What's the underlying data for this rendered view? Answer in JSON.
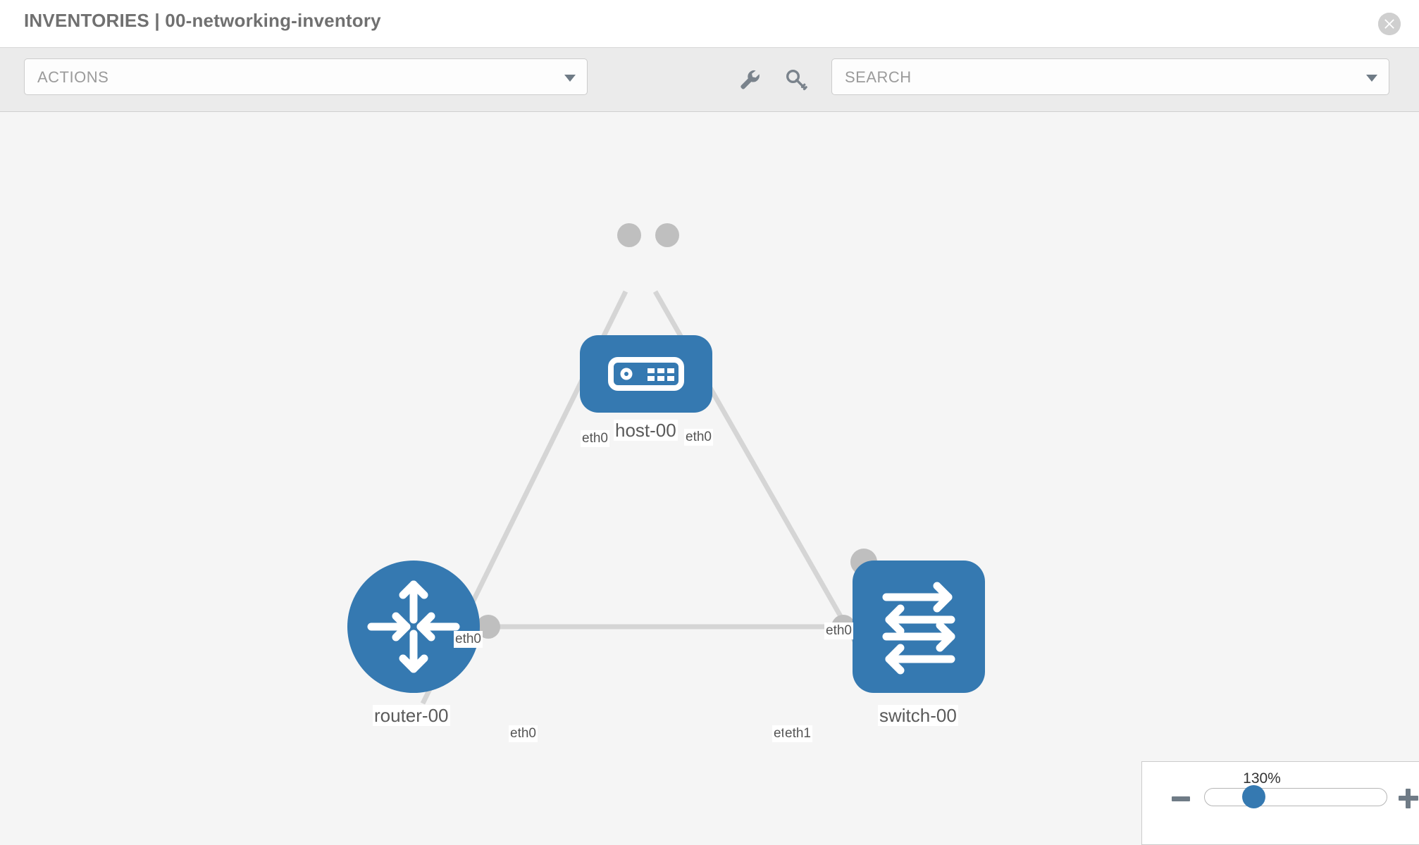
{
  "header": {
    "title": "INVENTORIES | 00-networking-inventory",
    "close_icon": "close-circle-icon"
  },
  "toolbar": {
    "actions_label": "ACTIONS",
    "actions_caret_icon": "chevron-down-icon",
    "wrench_icon": "wrench-icon",
    "key_icon": "key-icon",
    "search_placeholder": "SEARCH",
    "search_value": "",
    "search_caret_icon": "chevron-down-icon"
  },
  "topology": {
    "accent_color": "#3579b1",
    "edge_color": "#d5d5d5",
    "connector_color": "#bfbfbf",
    "background_color": "#f5f5f5",
    "nodes": [
      {
        "id": "host-00",
        "label": "host-00",
        "type": "host",
        "icon": "server-icon",
        "shape": "rounded-rect"
      },
      {
        "id": "router-00",
        "label": "router-00",
        "type": "router",
        "icon": "router-arrows-icon",
        "shape": "circle"
      },
      {
        "id": "switch-00",
        "label": "switch-00",
        "type": "switch",
        "icon": "switch-arrows-icon",
        "shape": "rounded-rect"
      }
    ],
    "links": [
      {
        "source": "host-00",
        "target": "router-00",
        "source_interface": "eth0",
        "target_interface": "eth0"
      },
      {
        "source": "host-00",
        "target": "switch-00",
        "source_interface": "eth0",
        "target_interface": "eth0"
      },
      {
        "source": "router-00",
        "target": "switch-00",
        "source_interface": "eth0",
        "target_interface": "eth1",
        "target_interface_overlap": "eth"
      }
    ]
  },
  "zoom_control": {
    "value_label": "130%",
    "minus_label": "−",
    "plus_label": "+",
    "slider_percent": 130
  }
}
